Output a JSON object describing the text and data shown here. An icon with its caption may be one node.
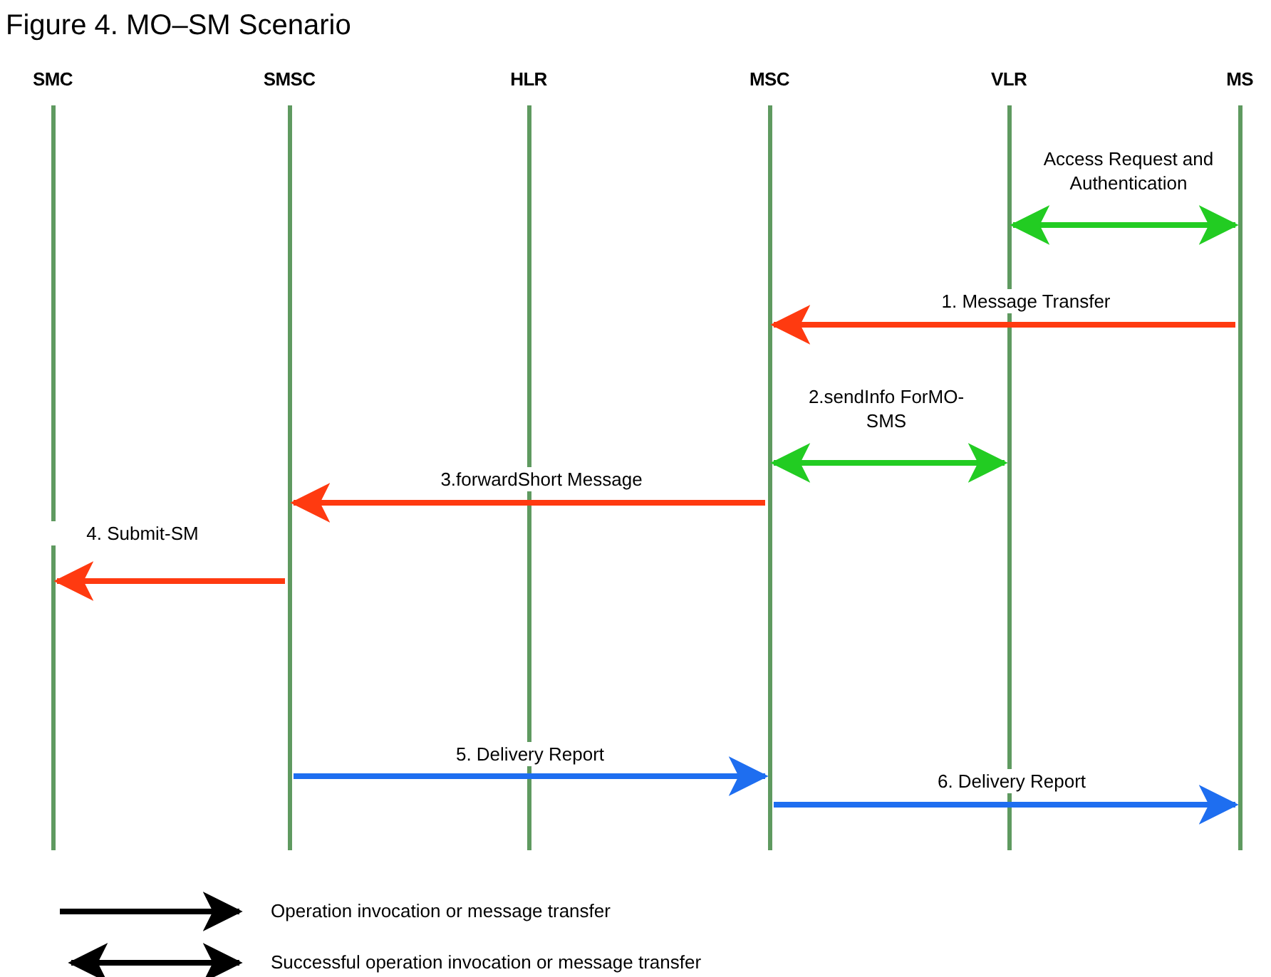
{
  "diagram": {
    "title": "Figure 4. MO–SM Scenario",
    "nodes": [
      {
        "text": [
          "SMC"
        ]
      },
      {
        "text": [
          "SMSC"
        ]
      },
      {
        "text": [
          "HLR"
        ]
      },
      {
        "text": [
          "MSC"
        ]
      },
      {
        "text": [
          "VLR"
        ]
      },
      {
        "text": [
          "MS"
        ]
      }
    ],
    "edges": [
      {
        "from": 4,
        "to": 5,
        "arrow": "both",
        "label": "Access Request and Authentication",
        "color": "#22cc22"
      },
      {
        "from": 5,
        "to": 3,
        "arrow": "to",
        "label": "1. Message Transfer"
      },
      {
        "from": 3,
        "to": 4,
        "arrow": "both",
        "label": "2.sendInfo ForMO-SMS",
        "color": "#22cc22"
      },
      {
        "from": 3,
        "to": 1,
        "arrow": "to",
        "label": "3.forwardShort Message"
      },
      {
        "from": 1,
        "to": 0,
        "arrow": "to",
        "label": "4. Submit-SM"
      },
      {
        "from": 1,
        "to": 3,
        "arrow": "to",
        "label": "5. Delivery Report",
        "color": "#1e6ef0"
      },
      {
        "from": 3,
        "to": 5,
        "arrow": "to",
        "label": "6. Delivery Report",
        "color": "#1e6ef0"
      }
    ],
    "legend": [
      {
        "text": "Operation invocation or message transfer"
      },
      {
        "text": "Successful operation invocation or message transfer"
      }
    ]
  }
}
